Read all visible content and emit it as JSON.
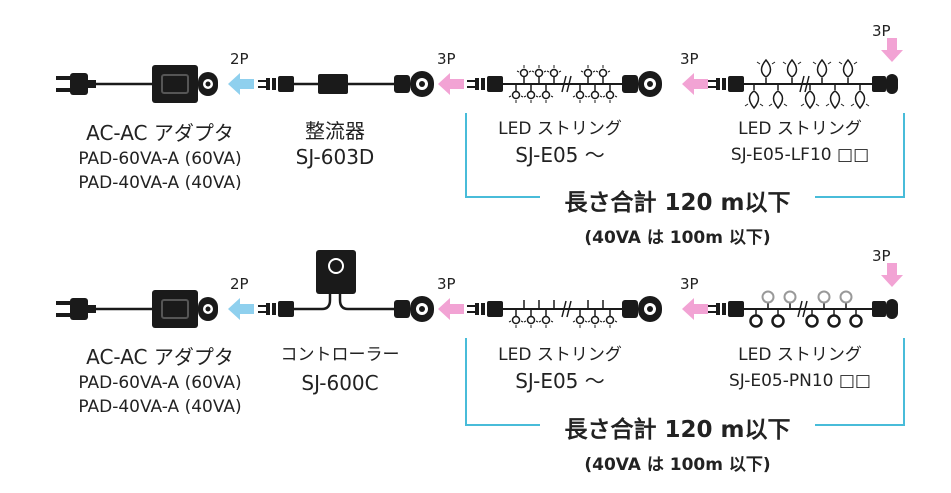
{
  "connectors": {
    "p2": "2P",
    "p3": "3P"
  },
  "colors": {
    "cable": "#1a1a1a",
    "arrow_blue": "#8fd0ee",
    "arrow_pink": "#f2a3d4",
    "bracket": "#48bcd9"
  },
  "row1": {
    "adapter": {
      "title": "AC-AC アダプタ",
      "line1": "PAD-60VA-A (60VA)",
      "line2": "PAD-40VA-A (40VA)"
    },
    "device": {
      "title": "整流器",
      "model": "SJ-603D"
    },
    "string1": {
      "title": "LED ストリング",
      "model": "SJ-E05 〜"
    },
    "string2": {
      "title": "LED ストリング",
      "model": "SJ-E05-LF10 □□"
    },
    "total": {
      "main": "長さ合計 120 m以下",
      "sub": "(40VA は 100m 以下)"
    }
  },
  "row2": {
    "adapter": {
      "title": "AC-AC アダプタ",
      "line1": "PAD-60VA-A (60VA)",
      "line2": "PAD-40VA-A (40VA)"
    },
    "device": {
      "title": "コントローラー",
      "model": "SJ-600C"
    },
    "string1": {
      "title": "LED ストリング",
      "model": "SJ-E05 〜"
    },
    "string2": {
      "title": "LED ストリング",
      "model": "SJ-E05-PN10 □□"
    },
    "total": {
      "main": "長さ合計 120 m以下",
      "sub": "(40VA は 100m 以下)"
    }
  }
}
